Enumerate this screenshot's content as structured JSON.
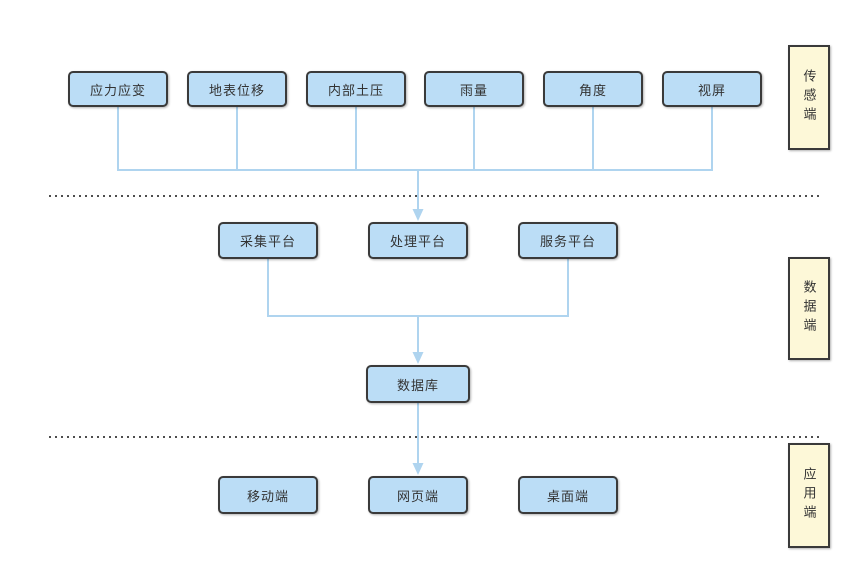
{
  "diagram": {
    "layers": [
      {
        "label": "传感端"
      },
      {
        "label": "数据端"
      },
      {
        "label": "应用端"
      }
    ],
    "sensors": [
      {
        "label": "应力应变"
      },
      {
        "label": "地表位移"
      },
      {
        "label": "内部土压"
      },
      {
        "label": "雨量"
      },
      {
        "label": "角度"
      },
      {
        "label": "视屏"
      }
    ],
    "platforms": [
      {
        "label": "采集平台"
      },
      {
        "label": "处理平台"
      },
      {
        "label": "服务平台"
      }
    ],
    "database": {
      "label": "数据库"
    },
    "clients": [
      {
        "label": "移动端"
      },
      {
        "label": "网页端"
      },
      {
        "label": "桌面端"
      }
    ],
    "edges": [
      {
        "from": "传感端全部传感器",
        "to": "处理平台",
        "style": "bus-arrow"
      },
      {
        "from": "采集平台",
        "to": "数据库",
        "style": "merged-arrow"
      },
      {
        "from": "服务平台",
        "to": "数据库",
        "style": "merged-arrow"
      },
      {
        "from": "数据库",
        "to": "网页端",
        "style": "arrow"
      }
    ],
    "colors": {
      "node_fill": "#bbddf6",
      "node_border": "#3a3a3a",
      "layer_label_fill": "#fdf8d8",
      "wire": "#afd4ef",
      "separator": "#4d4d4d",
      "text": "#333333",
      "background": "#ffffff"
    }
  }
}
